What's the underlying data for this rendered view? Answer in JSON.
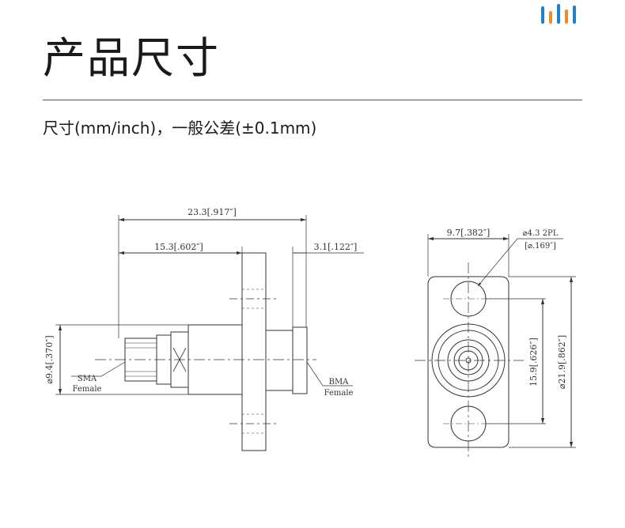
{
  "page": {
    "title": "产品尺寸",
    "subtitle": "尺寸(mm/inch)，一般公差(±0.1mm)"
  },
  "brand": {
    "bar_colors": [
      "#1f7fd0",
      "#f08a24",
      "#1f7fd0",
      "#f08a24",
      "#1f7fd0"
    ]
  },
  "drawing": {
    "side": {
      "overall_length": "23.3[.917″]",
      "flange_offset": "15.3[.602″]",
      "rear_length": "3.1[.122″]",
      "body_diameter": "⌀9.4[.370″]",
      "left_connector": "SMA",
      "left_gender": "Female",
      "right_connector": "BMA",
      "right_gender": "Female"
    },
    "front": {
      "flange_width": "9.7[.382″]",
      "hole_size": "⌀4.3 2PL",
      "hole_size_inch": "[⌀.169″]",
      "hole_spacing": "15.9[.626″]",
      "flange_height": "⌀21.9[.862″]"
    }
  }
}
